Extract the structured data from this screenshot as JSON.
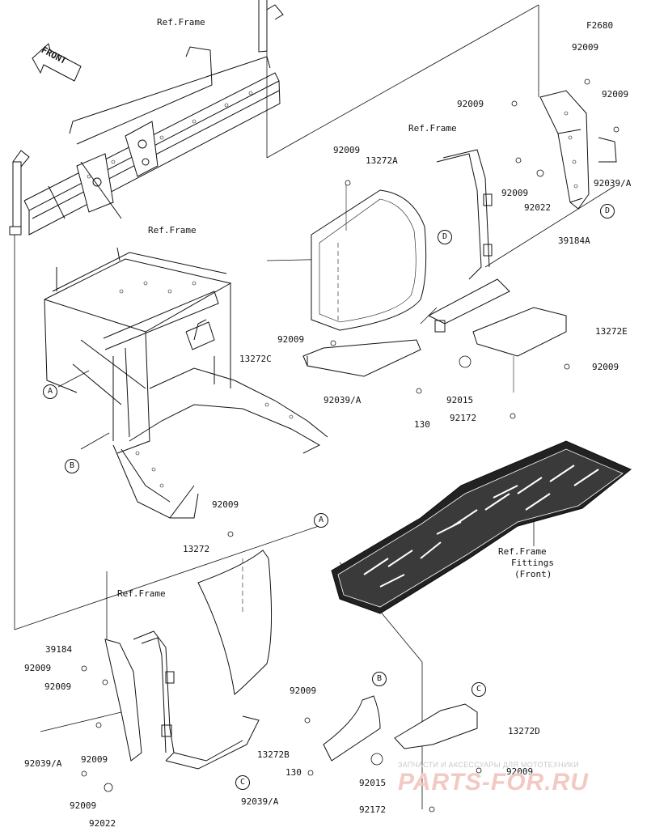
{
  "diagram_id": "F2680",
  "front_label": "FRONT",
  "ref_frame_top": "Ref.Frame",
  "ref_frame_mid": "Ref.Frame",
  "ref_frame_right": "Ref.Frame",
  "ref_frame_bottom": "Ref.Frame",
  "ref_fittings": [
    "Ref.Frame",
    "Fittings",
    "(Front)"
  ],
  "parts": {
    "p92009_tr1": "92009",
    "p92009_tr2": "92009",
    "p92009_tr3": "92009",
    "p92009_tr4": "92009",
    "p92022_tr": "92022",
    "p92039a_tr": "92039/A",
    "p39184a": "39184A",
    "p92009_top": "92009",
    "p13272a": "13272A",
    "p92009_mid": "92009",
    "p13272c": "13272C",
    "p92039a_mid": "92039/A",
    "p130_mid": "130",
    "p92015_mid": "92015",
    "p92172_mid": "92172",
    "p13272e": "13272E",
    "p92009_e": "92009",
    "p92009_lowtop": "92009",
    "p13272": "13272",
    "p39184": "39184",
    "p92009_l1": "92009",
    "p92009_l2": "92009",
    "p92039a_l": "92039/A",
    "p92009_l3": "92009",
    "p92009_l4": "92009",
    "p92022_l": "92022",
    "p92009_b": "92009",
    "p13272b": "13272B",
    "p130_b": "130",
    "p92039a_b": "92039/A",
    "p92015_b": "92015",
    "p92172_b": "92172",
    "p13272d": "13272D",
    "p92009_d": "92009"
  },
  "callouts": {
    "A1": "A",
    "B1": "B",
    "A2": "A",
    "B2": "B",
    "C1": "C",
    "C2": "C",
    "D1": "D",
    "D2": "D"
  },
  "watermark_sub": "ЗАПЧАСТИ И АКСЕССУАРЫ ДЛЯ МОТОТЕХНИКИ",
  "watermark_main": "PARTS-FOR.RU"
}
